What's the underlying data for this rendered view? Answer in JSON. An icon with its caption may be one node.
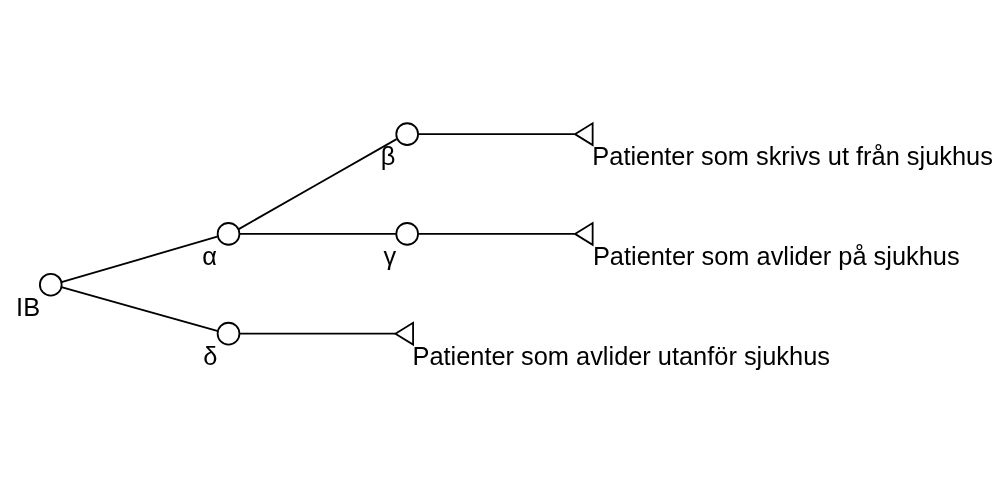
{
  "diagram": {
    "nodes": [
      {
        "text": [],
        "shape": "circle",
        "beside": [
          "IB"
        ]
      },
      {
        "text": [],
        "shape": "circle",
        "beside": [
          "α"
        ]
      },
      {
        "text": [],
        "shape": "circle",
        "beside": [
          "β"
        ]
      },
      {
        "text": [],
        "shape": "circle",
        "beside": [
          "γ"
        ]
      },
      {
        "text": [],
        "shape": "circle",
        "beside": [
          "δ"
        ]
      },
      {
        "text": [],
        "shape": "triangle",
        "beside": [
          "Patienter som skrivs ut från sjukhus"
        ]
      },
      {
        "text": [],
        "shape": "triangle",
        "beside": [
          "Patienter som avlider på sjukhus"
        ]
      },
      {
        "text": [],
        "shape": "triangle",
        "beside": [
          "Patienter som avlider utanför sjukhus"
        ]
      }
    ],
    "edges": [
      {
        "from": 0,
        "to": 1,
        "arrow": "none"
      },
      {
        "from": 1,
        "to": 2,
        "arrow": "none"
      },
      {
        "from": 1,
        "to": 3,
        "arrow": "none"
      },
      {
        "from": 0,
        "to": 4,
        "arrow": "none"
      },
      {
        "from": 2,
        "to": 5,
        "arrow": "none"
      },
      {
        "from": 3,
        "to": 6,
        "arrow": "none"
      },
      {
        "from": 4,
        "to": 7,
        "arrow": "none"
      }
    ]
  }
}
